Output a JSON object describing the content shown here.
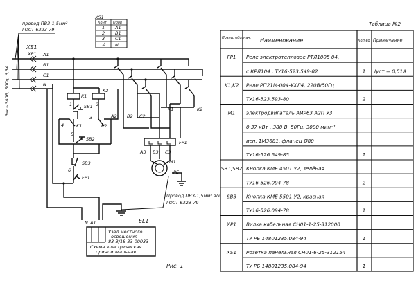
{
  "schematic": {
    "wire_label_top": [
      "провод ПВЗ-1,5мм²",
      "ГОСТ 6323-79"
    ],
    "supply_label": "3Ф ~380В, 50Гц, 6,3А",
    "connector_labels": [
      "XS1",
      "XP1"
    ],
    "phase_labels": [
      "A1",
      "B1",
      "C1",
      "N"
    ],
    "xs1_table": {
      "title": "XS1",
      "headers": [
        "Конт",
        "Пров"
      ],
      "rows": [
        [
          "1",
          "A1"
        ],
        [
          "2",
          "B1"
        ],
        [
          "3",
          "C1"
        ],
        [
          "⏚",
          "N"
        ]
      ]
    },
    "coil_labels": [
      "K1",
      "K2"
    ],
    "node_numbers": [
      "1",
      "2",
      "3",
      "4",
      "5",
      "6"
    ],
    "buttons": [
      "SB1",
      "SB2",
      "SB3"
    ],
    "contact_labels": [
      "K1",
      "K2",
      "K1",
      "K2",
      "K1",
      "K2"
    ],
    "wire_marks": [
      "A2",
      "B2",
      "C2",
      "A3",
      "B3",
      "C3"
    ],
    "relay_label": "FP1",
    "motor_label": "M1",
    "pe_label": "PE",
    "wire_label_bottom": [
      "Провод ПВЗ-1,5мм² з/к",
      "ГОСТ 6323-79"
    ],
    "el1": {
      "label": "EL1",
      "terminals": [
        "N",
        "A1"
      ],
      "lines": [
        "Узел местного",
        "освещения",
        "83-3/18 83 00033",
        "Схема электрическая",
        "принципиальная"
      ]
    },
    "figure_caption": "Рис. 1"
  },
  "table": {
    "title": "Таблица №2",
    "headers": [
      "Позиц. обознач.",
      "Наименование",
      "Кол-во",
      "Примечание"
    ],
    "rows": [
      [
        "FP1",
        "Реле электротепловое РТЛ1005 04,",
        "",
        ""
      ],
      [
        "",
        "с КРЛ104 ,  ТУ16-523.549-82",
        "1",
        "Iуст = 0,51А"
      ],
      [
        "K1,K2",
        "Реле РП21М-004-УХЛ4, 220В/50Гц",
        "",
        ""
      ],
      [
        "",
        "ТУ16-523.593-80",
        "2",
        ""
      ],
      [
        "M1",
        "электродвигатель  АИР63 А2П У3",
        "",
        ""
      ],
      [
        "",
        "0,37 кВт , 380 В, 50Гц, 3000 мин⁻¹",
        "",
        ""
      ],
      [
        "",
        "исп. 1М3681, фланец Ø80",
        "",
        ""
      ],
      [
        "",
        "ТУ16-526.649-85",
        "1",
        ""
      ],
      [
        "SB1,SB2",
        "Кнопка КМЕ 4501 У2, зелёная",
        "",
        ""
      ],
      [
        "",
        "ТУ16-526.094-78",
        "2",
        ""
      ],
      [
        "SB3",
        "Кнопка КМЕ 5501 У2, красная",
        "",
        ""
      ],
      [
        "",
        "ТУ16-526.094-78",
        "1",
        ""
      ],
      [
        "XP1",
        "Вилка кабельная СН01-1-25-312000",
        "",
        ""
      ],
      [
        "",
        "ТУ РБ 14801235.084-94",
        "1",
        ""
      ],
      [
        "XS1",
        "Розетка панельная СН01-6-25-312154",
        "",
        ""
      ],
      [
        "",
        "ТУ РБ 14801235.084-94",
        "1",
        ""
      ]
    ]
  }
}
